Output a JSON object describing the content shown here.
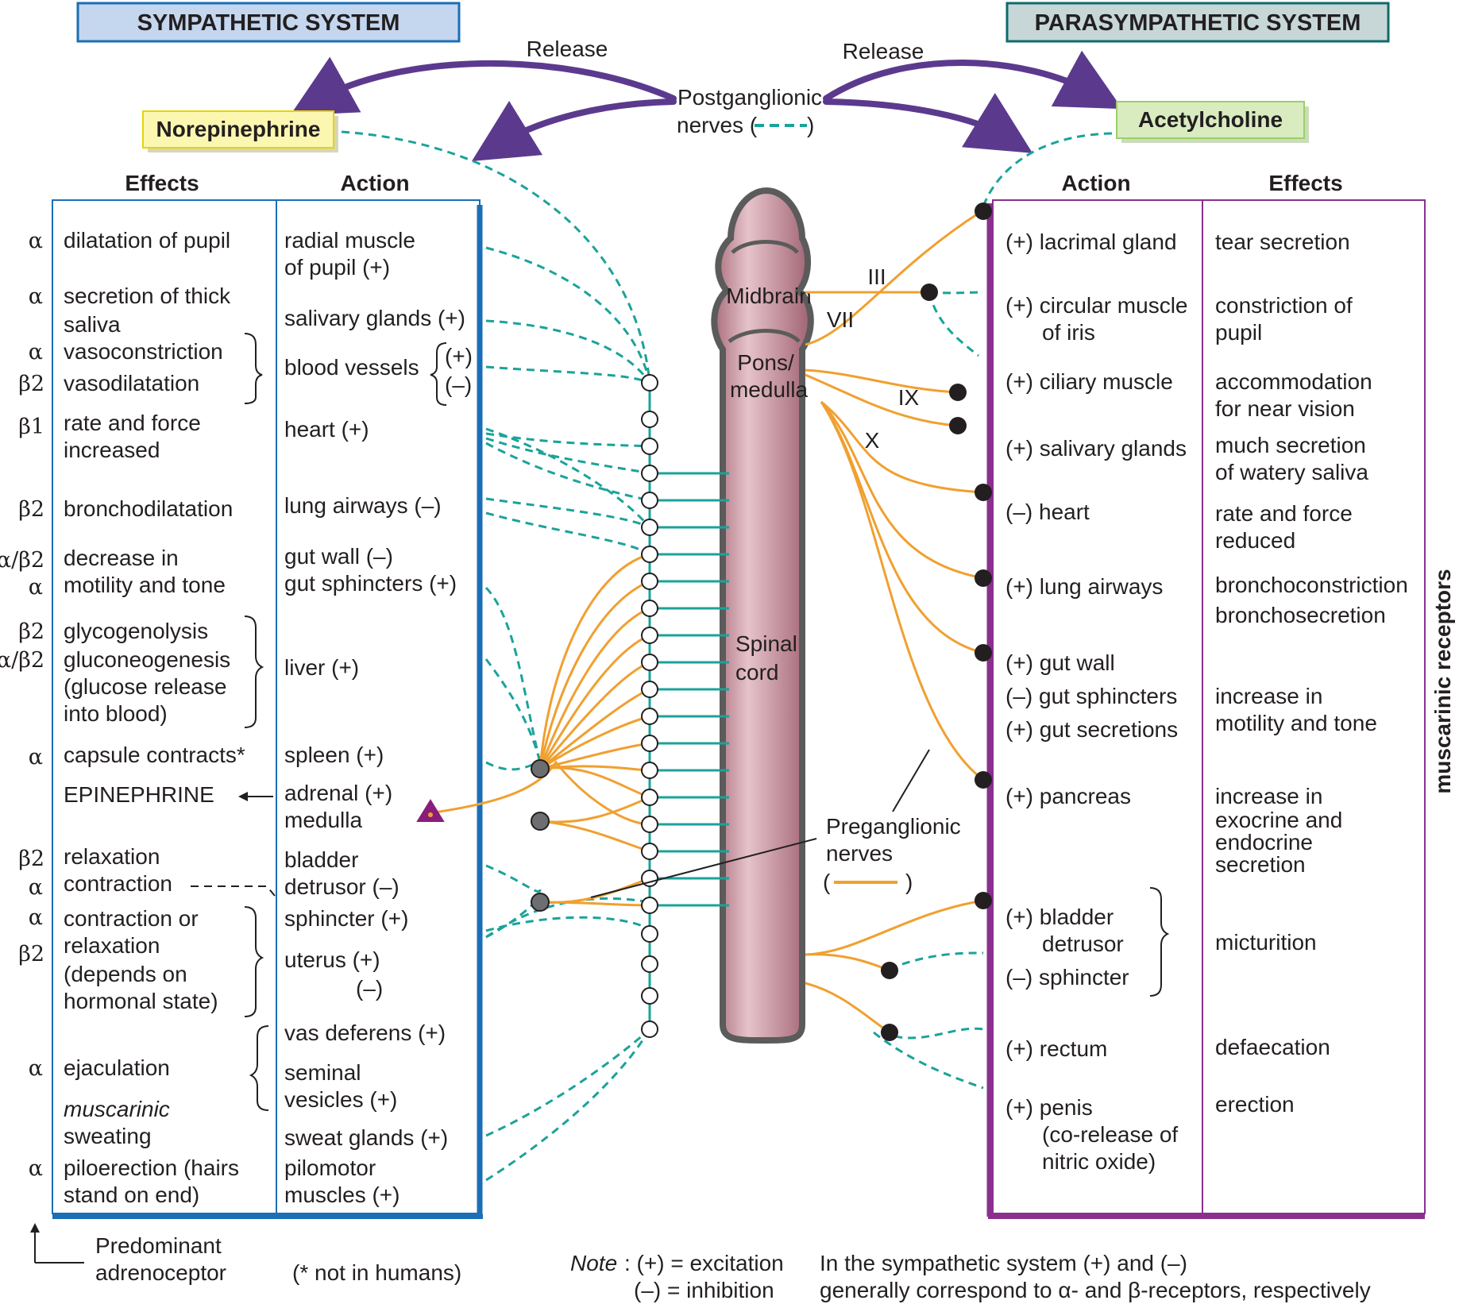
{
  "systems": {
    "sympathetic": "SYMPATHETIC SYSTEM",
    "parasympathetic": "PARASYMPATHETIC SYSTEM"
  },
  "release_left": "Release",
  "release_right": "Release",
  "postganglionic": {
    "line1": "Postganglionic",
    "line2_prefix": "nerves (",
    "line2_suffix": ")"
  },
  "preganglionic": {
    "line1": "Preganglionic",
    "line2": "nerves",
    "paren_open": "(",
    "paren_close": ")"
  },
  "transmitters": {
    "norepinephrine": "Norepinephrine",
    "acetylcholine": "Acetylcholine"
  },
  "cord_labels": {
    "midbrain": "Midbrain",
    "pons_1": "Pons/",
    "pons_2": "medulla",
    "spinal_1": "Spinal",
    "spinal_2": "cord"
  },
  "cranial_nerves": [
    "III",
    "VII",
    "IX",
    "X"
  ],
  "sympathetic": {
    "effects_header": "Effects",
    "action_header": "Action",
    "receptors": [
      "α",
      "α",
      "α",
      "β2",
      "β1",
      "β2",
      "α/β2",
      "α",
      "β2",
      "α/β2",
      "α",
      "β2",
      "α",
      "α",
      "β2",
      "α",
      "α"
    ],
    "effects_lines": [
      "dilatation of pupil",
      "secretion of thick",
      "saliva",
      "vasoconstriction",
      "vasodilatation",
      "rate and force",
      "increased",
      "bronchodilatation",
      "decrease in",
      "motility and tone",
      "glycogenolysis",
      "gluconeogenesis",
      "(glucose release",
      "into blood)",
      "capsule contracts*",
      "EPINEPHRINE",
      "relaxation",
      "contraction",
      "contraction or",
      "relaxation",
      "(depends on",
      "hormonal state)",
      "ejaculation",
      "muscarinic",
      "sweating",
      "piloerection (hairs",
      "stand on end)"
    ],
    "action_lines": [
      "radial muscle",
      "of pupil (+)",
      "salivary glands (+)",
      "blood vessels",
      "(+)",
      "(–)",
      "heart (+)",
      "lung airways (–)",
      "gut wall (–)",
      "gut sphincters (+)",
      "liver (+)",
      "spleen (+)",
      "adrenal (+)",
      "medulla",
      "bladder",
      "detrusor (–)",
      "sphincter (+)",
      "uterus (+)",
      "(–)",
      "vas deferens (+)",
      "seminal",
      "vesicles (+)",
      "sweat glands (+)",
      "pilomotor",
      "muscles (+)"
    ]
  },
  "parasympathetic": {
    "action_header": "Action",
    "effects_header": "Effects",
    "action_lines": [
      "(+) lacrimal gland",
      "(+) circular muscle",
      "of iris",
      "(+) ciliary muscle",
      "(+) salivary glands",
      "(–) heart",
      "(+) lung airways",
      "(+) gut wall",
      "(–) gut sphincters",
      "(+) gut secretions",
      "(+) pancreas",
      "(+) bladder",
      "detrusor",
      "(–) sphincter",
      "(+) rectum",
      "(+) penis",
      "(co-release of",
      "nitric oxide)"
    ],
    "effects_lines": [
      "tear secretion",
      "constriction of",
      "pupil",
      "accommodation",
      "for near vision",
      "much secretion",
      "of watery saliva",
      "rate and force",
      "reduced",
      "bronchoconstriction",
      "bronchosecretion",
      "increase in",
      "motility and tone",
      "increase in",
      "exocrine and",
      "endocrine",
      "secretion",
      "micturition",
      "defaecation",
      "erection"
    ],
    "side_label": "muscarinic receptors"
  },
  "footer": {
    "predominant_1": "Predominant",
    "predominant_2": "adrenoceptor",
    "not_humans": "(* not in humans)",
    "note_word": "Note",
    "note_1": ": (+) = excitation",
    "note_2": "(–) = inhibition",
    "summary_1": "In the sympathetic system (+) and (–)",
    "summary_2": "generally correspond to α- and β-receptors, respectively"
  },
  "colors": {
    "sympathetic_box": "#c5d6ef",
    "sympathetic_border": "#1a6fb6",
    "parasympathetic_box": "#c7d7d8",
    "parasympathetic_border": "#8b2f8f",
    "norepinephrine_box": "#fbf7b0",
    "acetylcholine_box": "#d9ecc0",
    "postganglionic_line": "#1aa39a",
    "preganglionic_line": "#f0a030",
    "release_arrow": "#5b3a8e",
    "spinal_cord": "#c98a97",
    "adrenal_marker": "#8a1d7a"
  },
  "icons": [
    "release-arrow-icon",
    "ganglion-icon",
    "adrenal-triangle-icon",
    "left-arrow-icon",
    "up-arrow-icon"
  ]
}
